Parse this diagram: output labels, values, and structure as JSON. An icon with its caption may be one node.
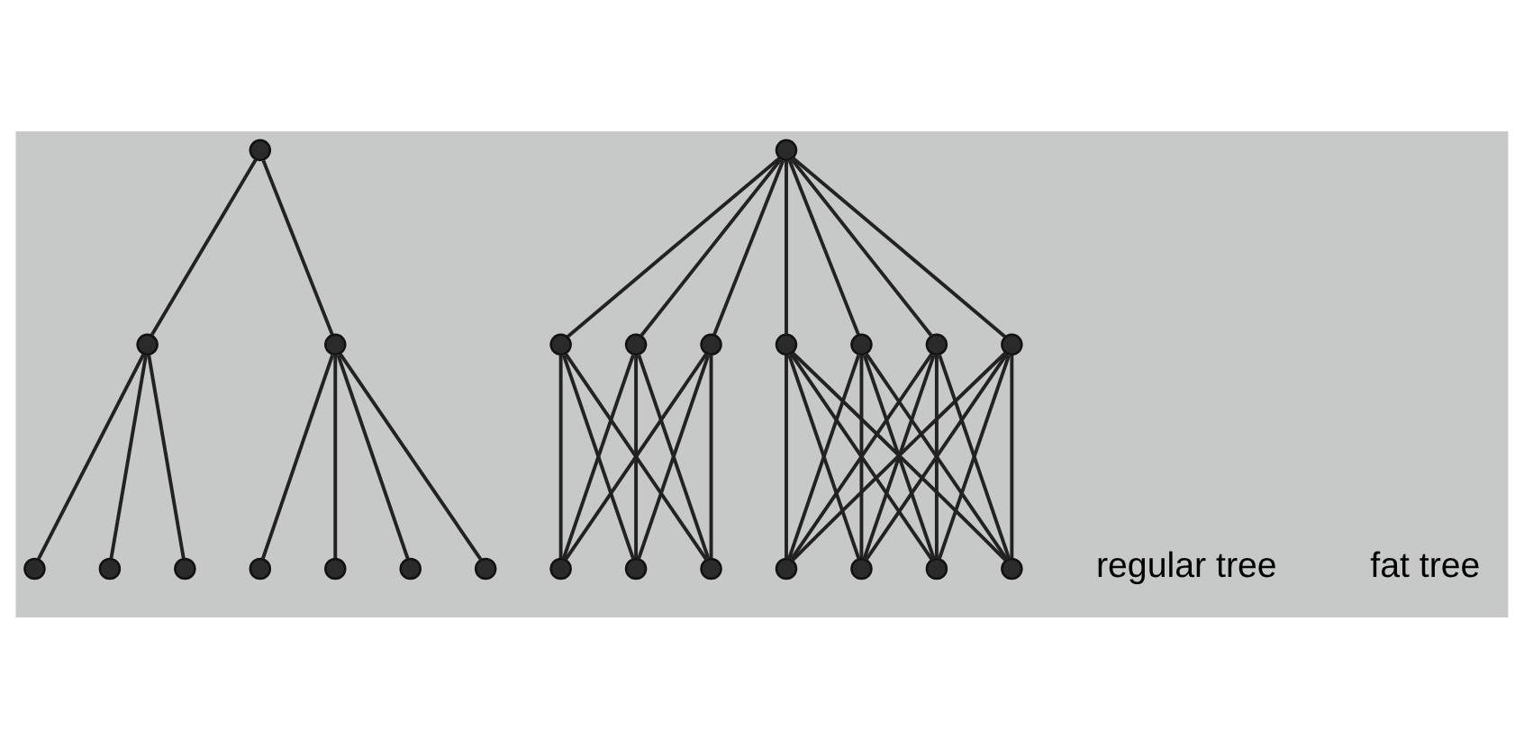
{
  "diagram": {
    "nodes": [
      {
        "text": [],
        "shape": "circle"
      },
      {
        "text": [],
        "shape": "circle"
      },
      {
        "text": [],
        "shape": "circle"
      },
      {
        "text": [],
        "shape": "circle"
      },
      {
        "text": [],
        "shape": "circle"
      },
      {
        "text": [],
        "shape": "circle"
      },
      {
        "text": [],
        "shape": "circle"
      },
      {
        "text": [],
        "shape": "circle"
      },
      {
        "text": [],
        "shape": "circle"
      },
      {
        "text": [],
        "shape": "circle"
      },
      {
        "text": [],
        "shape": "circle"
      },
      {
        "text": [],
        "shape": "circle"
      },
      {
        "text": [],
        "shape": "circle"
      },
      {
        "text": [],
        "shape": "circle"
      },
      {
        "text": [],
        "shape": "circle"
      },
      {
        "text": [],
        "shape": "circle"
      },
      {
        "text": [],
        "shape": "circle"
      },
      {
        "text": [],
        "shape": "circle"
      },
      {
        "text": [],
        "shape": "circle"
      },
      {
        "text": [],
        "shape": "circle"
      },
      {
        "text": [],
        "shape": "circle"
      },
      {
        "text": [],
        "shape": "circle"
      },
      {
        "text": [],
        "shape": "circle"
      },
      {
        "text": [],
        "shape": "circle"
      },
      {
        "text": [],
        "shape": "circle"
      }
    ],
    "edges": [
      {
        "from": 0,
        "to": 1,
        "arrow": "none"
      },
      {
        "from": 0,
        "to": 2,
        "arrow": "none"
      },
      {
        "from": 1,
        "to": 3,
        "arrow": "none"
      },
      {
        "from": 1,
        "to": 4,
        "arrow": "none"
      },
      {
        "from": 1,
        "to": 5,
        "arrow": "none"
      },
      {
        "from": 2,
        "to": 6,
        "arrow": "none"
      },
      {
        "from": 2,
        "to": 7,
        "arrow": "none"
      },
      {
        "from": 2,
        "to": 8,
        "arrow": "none"
      },
      {
        "from": 2,
        "to": 9,
        "arrow": "none"
      },
      {
        "from": 10,
        "to": 11,
        "arrow": "none"
      },
      {
        "from": 10,
        "to": 12,
        "arrow": "none"
      },
      {
        "from": 10,
        "to": 13,
        "arrow": "none"
      },
      {
        "from": 10,
        "to": 17,
        "arrow": "none"
      },
      {
        "from": 10,
        "to": 18,
        "arrow": "none"
      },
      {
        "from": 10,
        "to": 19,
        "arrow": "none"
      },
      {
        "from": 10,
        "to": 20,
        "arrow": "none"
      },
      {
        "from": 11,
        "to": 14,
        "arrow": "none"
      },
      {
        "from": 11,
        "to": 15,
        "arrow": "none"
      },
      {
        "from": 11,
        "to": 16,
        "arrow": "none"
      },
      {
        "from": 12,
        "to": 14,
        "arrow": "none"
      },
      {
        "from": 12,
        "to": 15,
        "arrow": "none"
      },
      {
        "from": 12,
        "to": 16,
        "arrow": "none"
      },
      {
        "from": 13,
        "to": 14,
        "arrow": "none"
      },
      {
        "from": 13,
        "to": 15,
        "arrow": "none"
      },
      {
        "from": 13,
        "to": 16,
        "arrow": "none"
      },
      {
        "from": 17,
        "to": 21,
        "arrow": "none"
      },
      {
        "from": 17,
        "to": 22,
        "arrow": "none"
      },
      {
        "from": 17,
        "to": 23,
        "arrow": "none"
      },
      {
        "from": 17,
        "to": 24,
        "arrow": "none"
      },
      {
        "from": 18,
        "to": 21,
        "arrow": "none"
      },
      {
        "from": 18,
        "to": 22,
        "arrow": "none"
      },
      {
        "from": 18,
        "to": 23,
        "arrow": "none"
      },
      {
        "from": 18,
        "to": 24,
        "arrow": "none"
      },
      {
        "from": 19,
        "to": 21,
        "arrow": "none"
      },
      {
        "from": 19,
        "to": 22,
        "arrow": "none"
      },
      {
        "from": 19,
        "to": 23,
        "arrow": "none"
      },
      {
        "from": 19,
        "to": 24,
        "arrow": "none"
      },
      {
        "from": 20,
        "to": 21,
        "arrow": "none"
      },
      {
        "from": 20,
        "to": 22,
        "arrow": "none"
      },
      {
        "from": 20,
        "to": 23,
        "arrow": "none"
      },
      {
        "from": 20,
        "to": 24,
        "arrow": "none"
      }
    ],
    "labels": [
      "regular tree",
      "fat tree"
    ]
  }
}
